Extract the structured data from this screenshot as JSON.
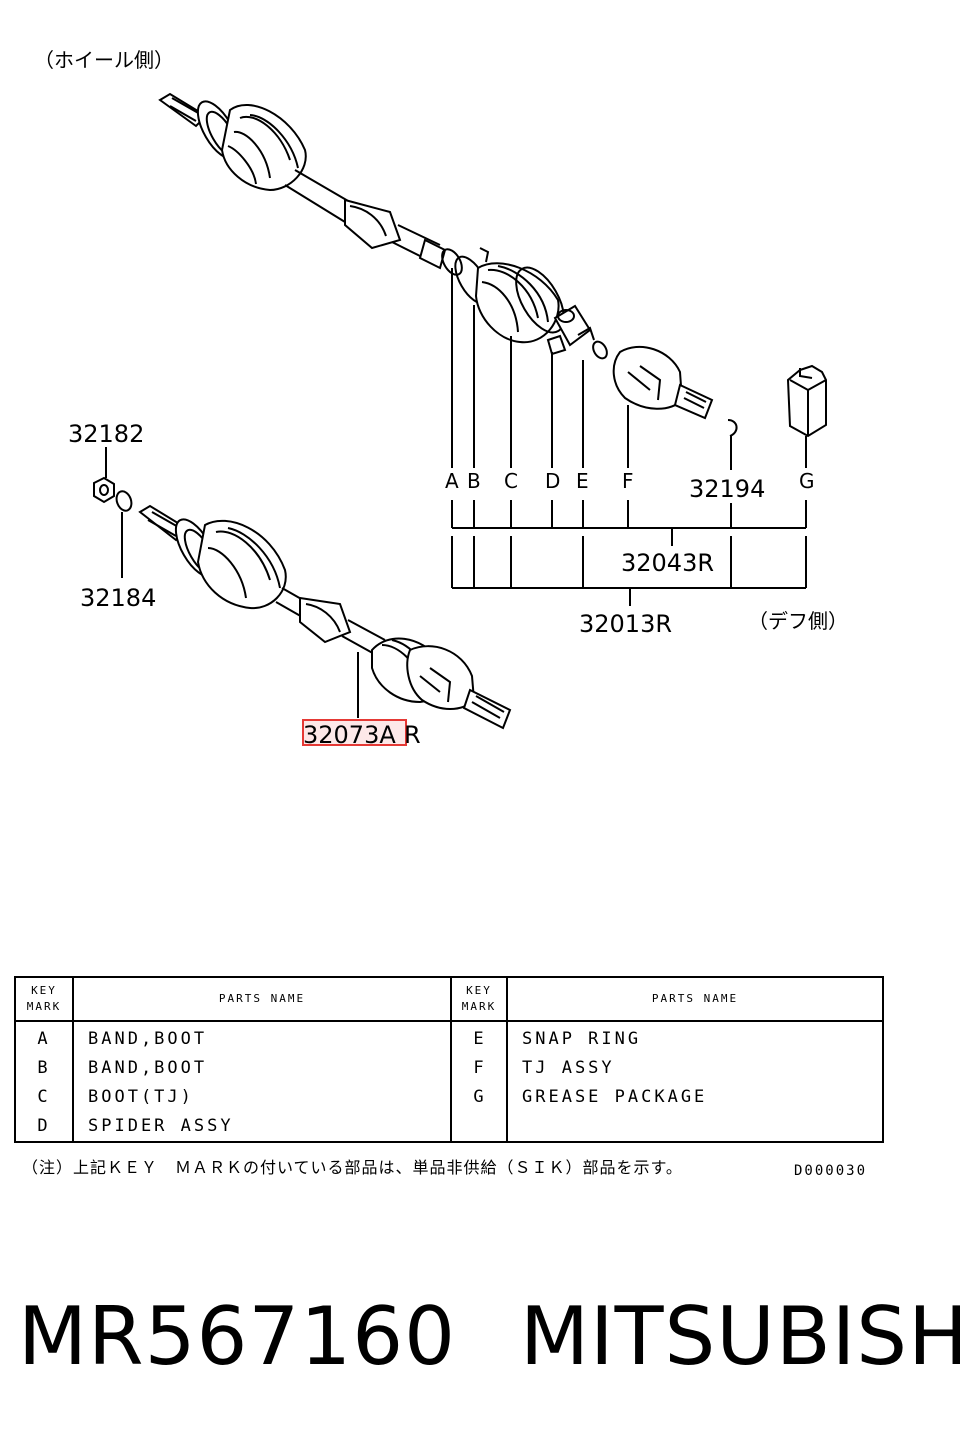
{
  "labels": {
    "wheel_side": "（ホイール側）",
    "diff_side": "（デフ側）",
    "p32182": "32182",
    "p32184": "32184",
    "p32194": "32194",
    "p32043R": "32043R",
    "p32013R": "32013R",
    "p32073_highlight": "32073A",
    "p32073_suffix": "R"
  },
  "key_marks": [
    "A",
    "B",
    "C",
    "D",
    "E",
    "F",
    "G"
  ],
  "table": {
    "header_key": [
      "KEY",
      "MARK"
    ],
    "header_name": "PARTS NAME",
    "left_rows": [
      {
        "key": "A",
        "name": "BAND,BOOT"
      },
      {
        "key": "B",
        "name": "BAND,BOOT"
      },
      {
        "key": "C",
        "name": "BOOT(TJ)"
      },
      {
        "key": "D",
        "name": "SPIDER ASSY"
      }
    ],
    "right_rows": [
      {
        "key": "E",
        "name": "SNAP RING"
      },
      {
        "key": "F",
        "name": "TJ ASSY"
      },
      {
        "key": "G",
        "name": "GREASE PACKAGE"
      }
    ]
  },
  "note": "（注）上記ＫＥＹ　ＭＡＲＫの付いている部品は、単品非供給（ＳＩＫ）部品を示す。",
  "diagram_code": "D000030",
  "footer": {
    "part_number": "MR567160",
    "brand": "MITSUBISHI"
  },
  "colors": {
    "highlight": "#e53935",
    "highlight_fill": "#fde8e8"
  }
}
